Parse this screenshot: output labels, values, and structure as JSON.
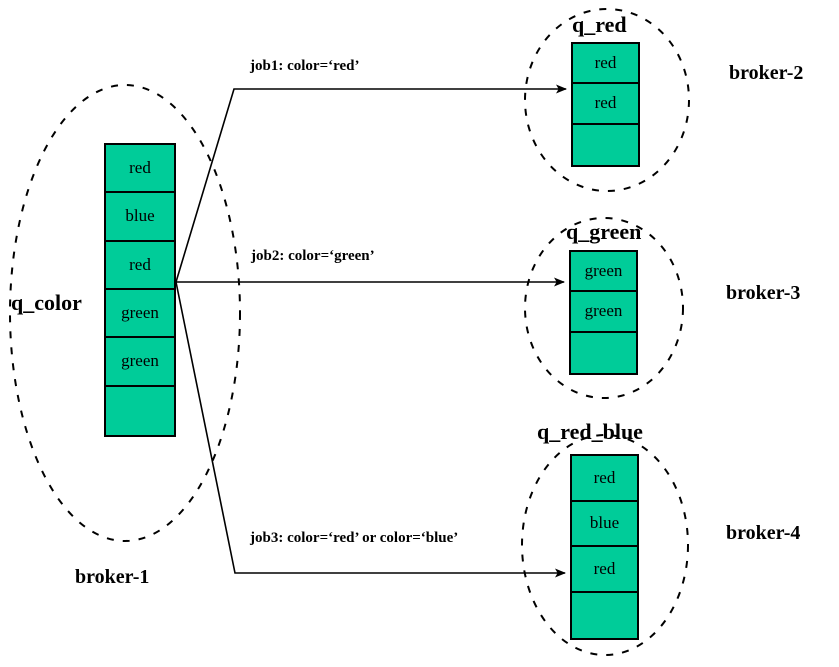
{
  "diagram": {
    "title": "broker queue routing diagram",
    "colors": {
      "cell_fill": "#00CC99",
      "stroke": "#000000",
      "background": "#FFFFFF"
    }
  },
  "source_broker": {
    "name": "broker-1",
    "queue_name": "q_color",
    "cells": [
      "red",
      "blue",
      "red",
      "green",
      "green",
      ""
    ]
  },
  "jobs": [
    {
      "id": "job1",
      "label": "job1:  color=‘red’"
    },
    {
      "id": "job2",
      "label": "job2:  color=‘green’"
    },
    {
      "id": "job3",
      "label": "job3:  color=‘red’  or  color=‘blue’"
    }
  ],
  "target_brokers": [
    {
      "name": "broker-2",
      "queue_name": "q_red",
      "cells": [
        "red",
        "red",
        ""
      ]
    },
    {
      "name": "broker-3",
      "queue_name": "q_green",
      "cells": [
        "green",
        "green",
        ""
      ]
    },
    {
      "name": "broker-4",
      "queue_name": "q_red_blue",
      "cells": [
        "red",
        "blue",
        "red",
        ""
      ]
    }
  ]
}
